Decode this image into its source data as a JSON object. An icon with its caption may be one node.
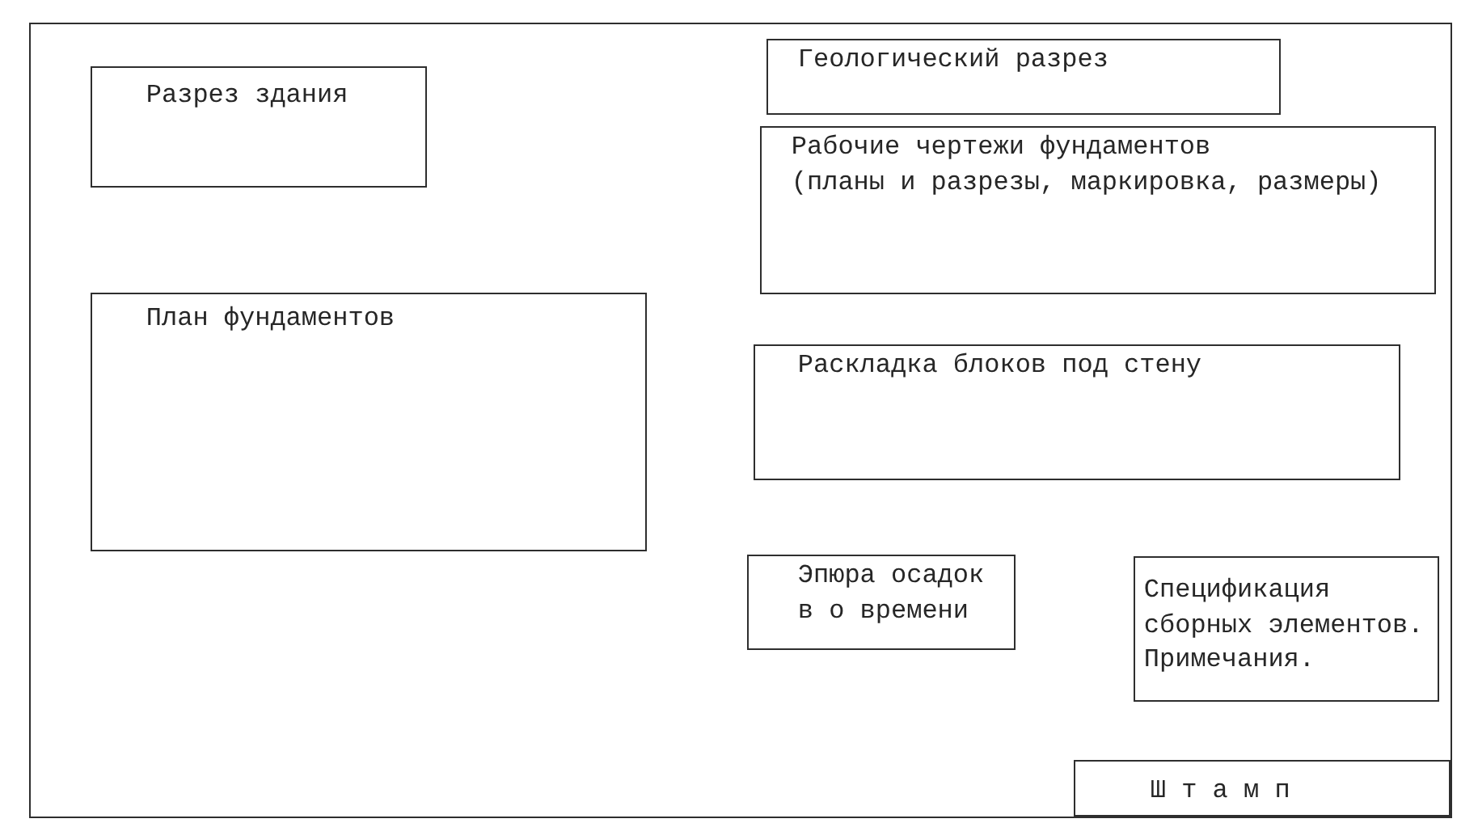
{
  "diagram": {
    "nodes": [
      {
        "text": [],
        "shape": "box"
      },
      {
        "text": [
          "Геологический разрез"
        ],
        "in": 0
      },
      {
        "text": [
          "Разрез здания"
        ],
        "in": 0
      },
      {
        "text": [
          "Рабочие чертежи фундаментов",
          "(планы и разрезы, маркировка, размеры)"
        ],
        "in": 0
      },
      {
        "text": [
          "План фундаментов"
        ],
        "in": 0
      },
      {
        "text": [
          "Раскладка блоков под стену"
        ],
        "in": 0
      },
      {
        "text": [
          "Эпюра осадок в о времени"
        ],
        "in": 0
      },
      {
        "text": [
          "Спецификация сборных элементов.",
          "Примечания."
        ],
        "in": 0
      },
      {
        "text": [
          "Ш т а м п"
        ],
        "in": 0
      }
    ]
  }
}
